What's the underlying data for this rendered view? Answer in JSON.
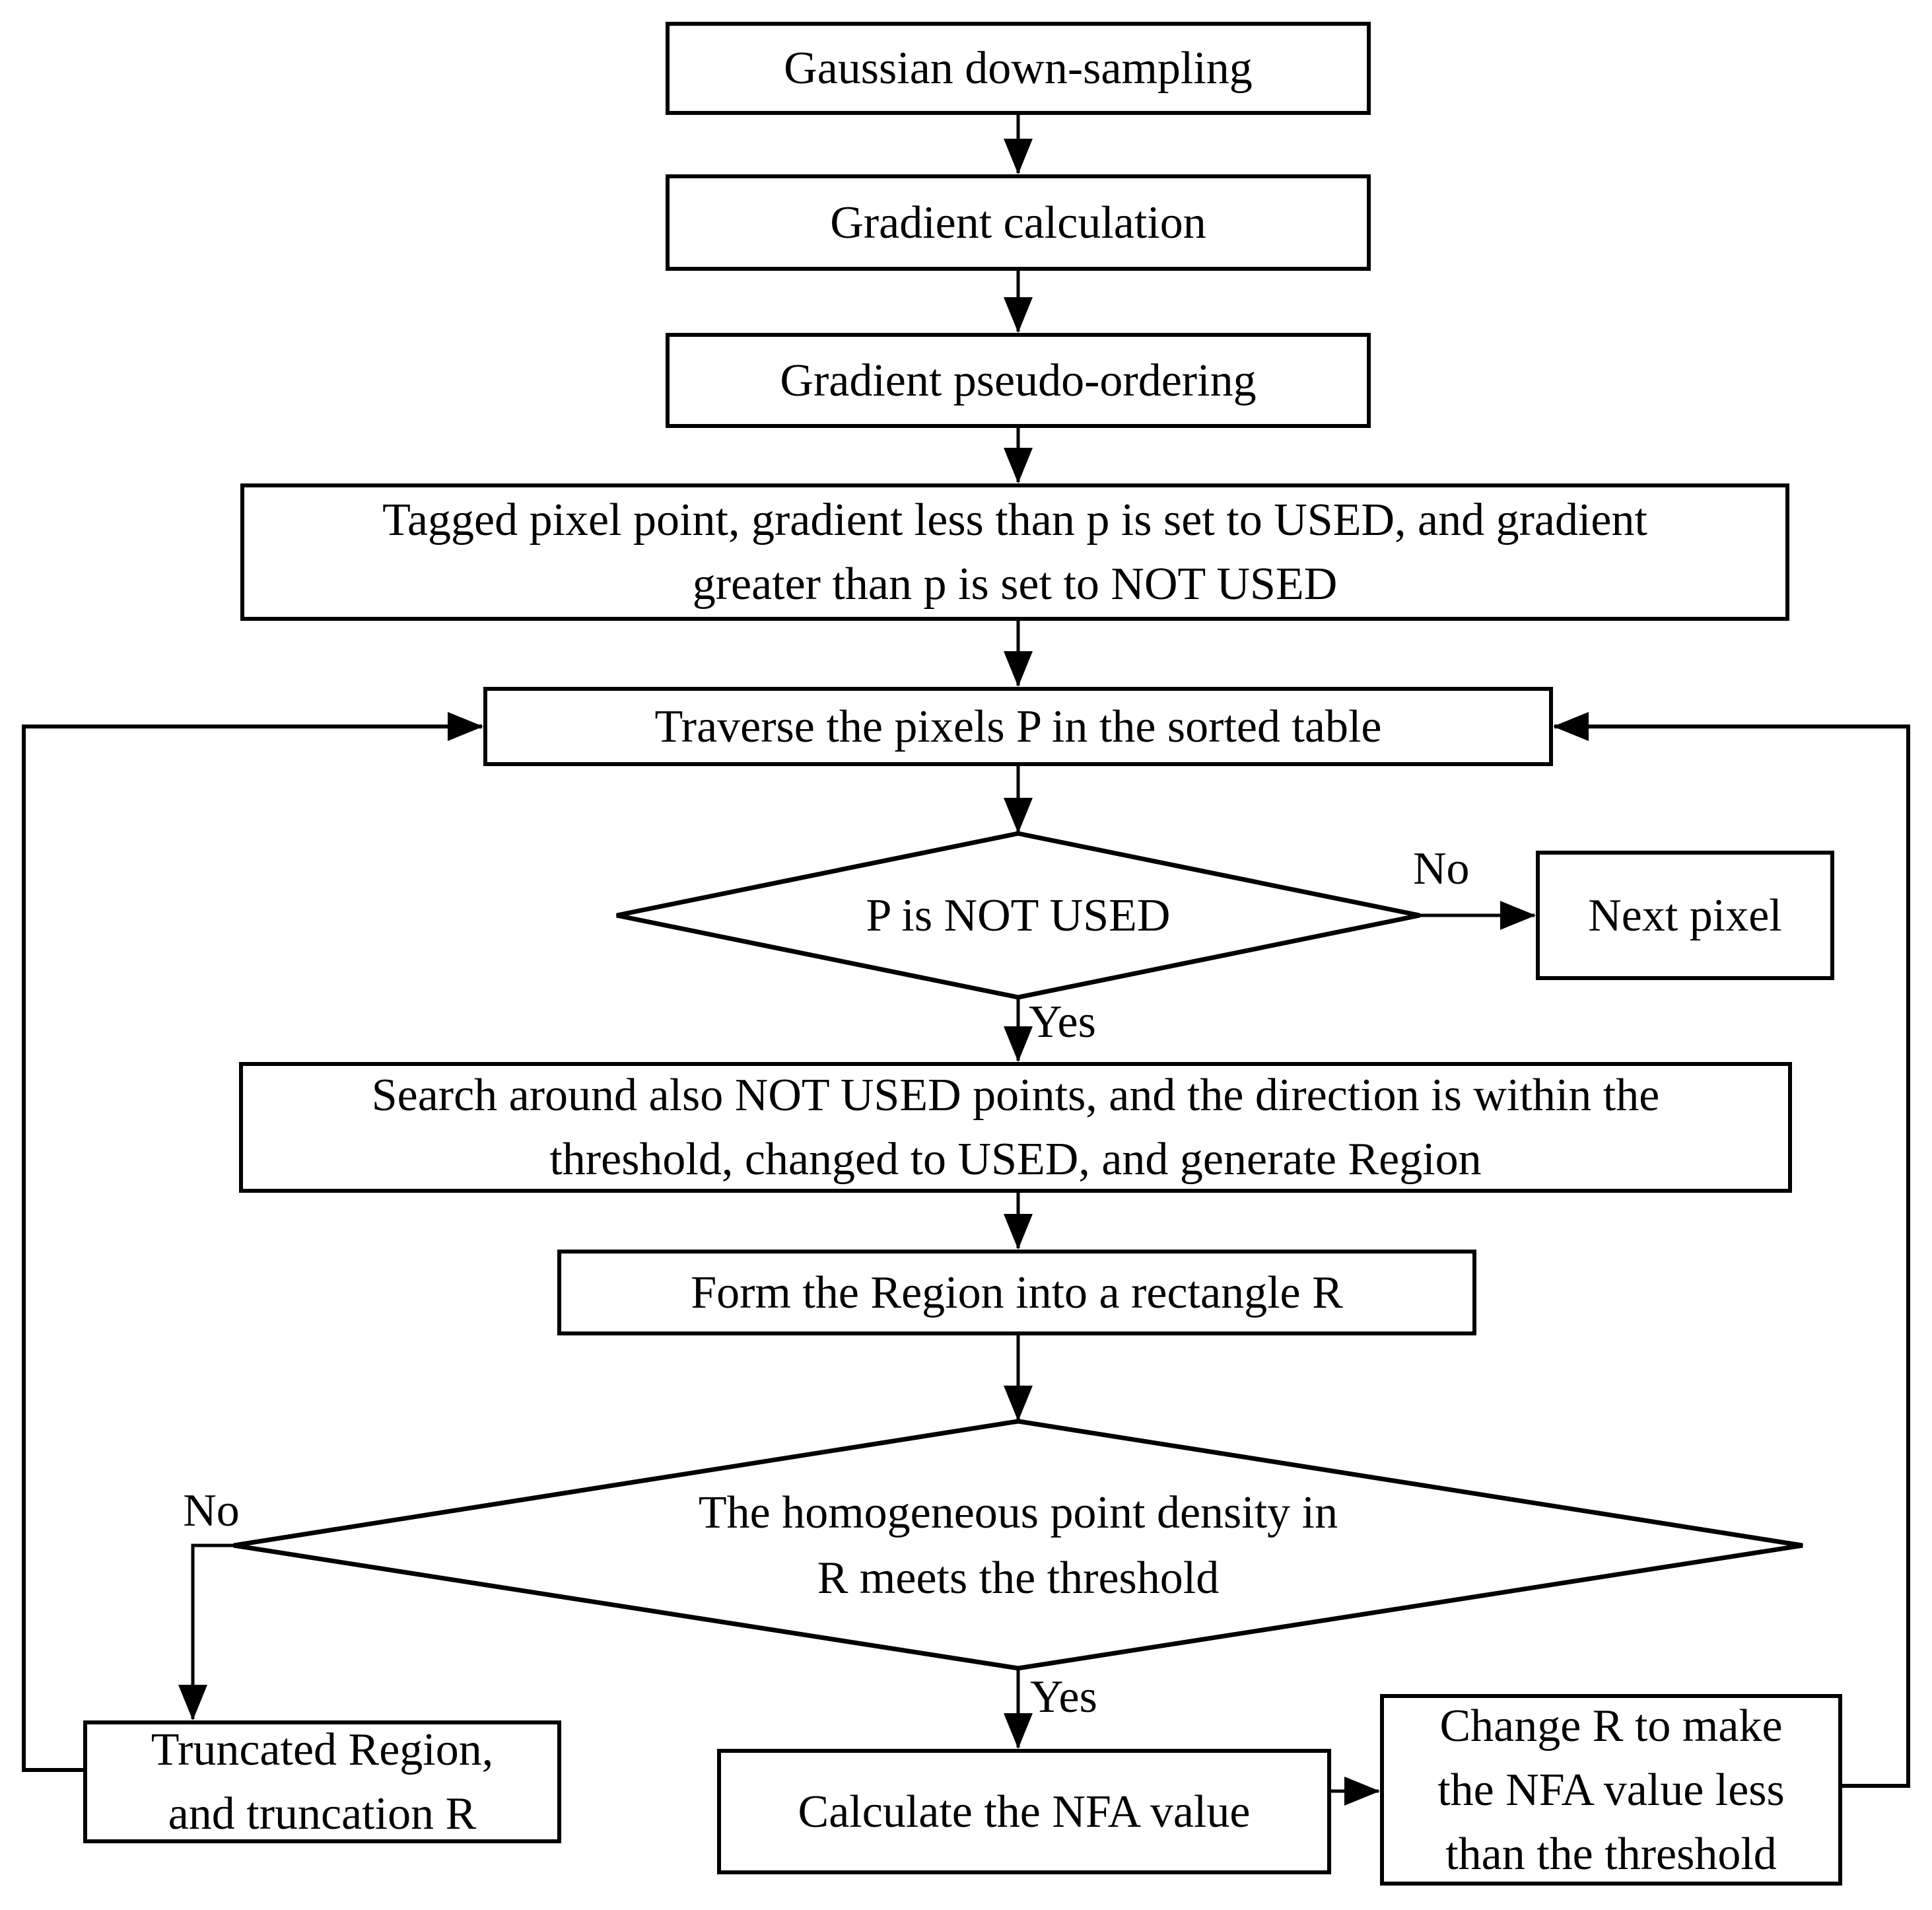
{
  "diagram": {
    "type": "flowchart",
    "colors": {
      "background": "#ffffff",
      "stroke": "#000000",
      "text": "#000000"
    },
    "nodes": {
      "gaussian": {
        "label": "Gaussian down-sampling"
      },
      "gradient_calc": {
        "label": "Gradient calculation"
      },
      "gradient_order": {
        "label": "Gradient pseudo-ordering"
      },
      "tagged": {
        "lines": [
          "Tagged pixel point, gradient less than p is set to USED, and gradient",
          "greater than p is set to NOT USED"
        ]
      },
      "traverse": {
        "label": "Traverse the pixels P in the sorted table"
      },
      "p_not_used": {
        "label": "P is NOT USED"
      },
      "next_pixel": {
        "label": "Next pixel"
      },
      "search": {
        "lines": [
          "Search around also NOT USED points, and the direction is within the",
          "threshold, changed to USED, and generate Region"
        ]
      },
      "form_rect": {
        "label": "Form the Region into a rectangle R"
      },
      "density": {
        "lines": [
          "The homogeneous point density in",
          "R meets the threshold"
        ]
      },
      "truncated": {
        "lines": [
          "Truncated Region,",
          "and truncation R"
        ]
      },
      "calc_nfa": {
        "label": "Calculate the NFA value"
      },
      "change_r": {
        "lines": [
          "Change R to make",
          "the NFA value less",
          "than the threshold"
        ]
      }
    },
    "edge_labels": {
      "p_no": "No",
      "p_yes": "Yes",
      "density_no": "No",
      "density_yes": "Yes"
    }
  }
}
